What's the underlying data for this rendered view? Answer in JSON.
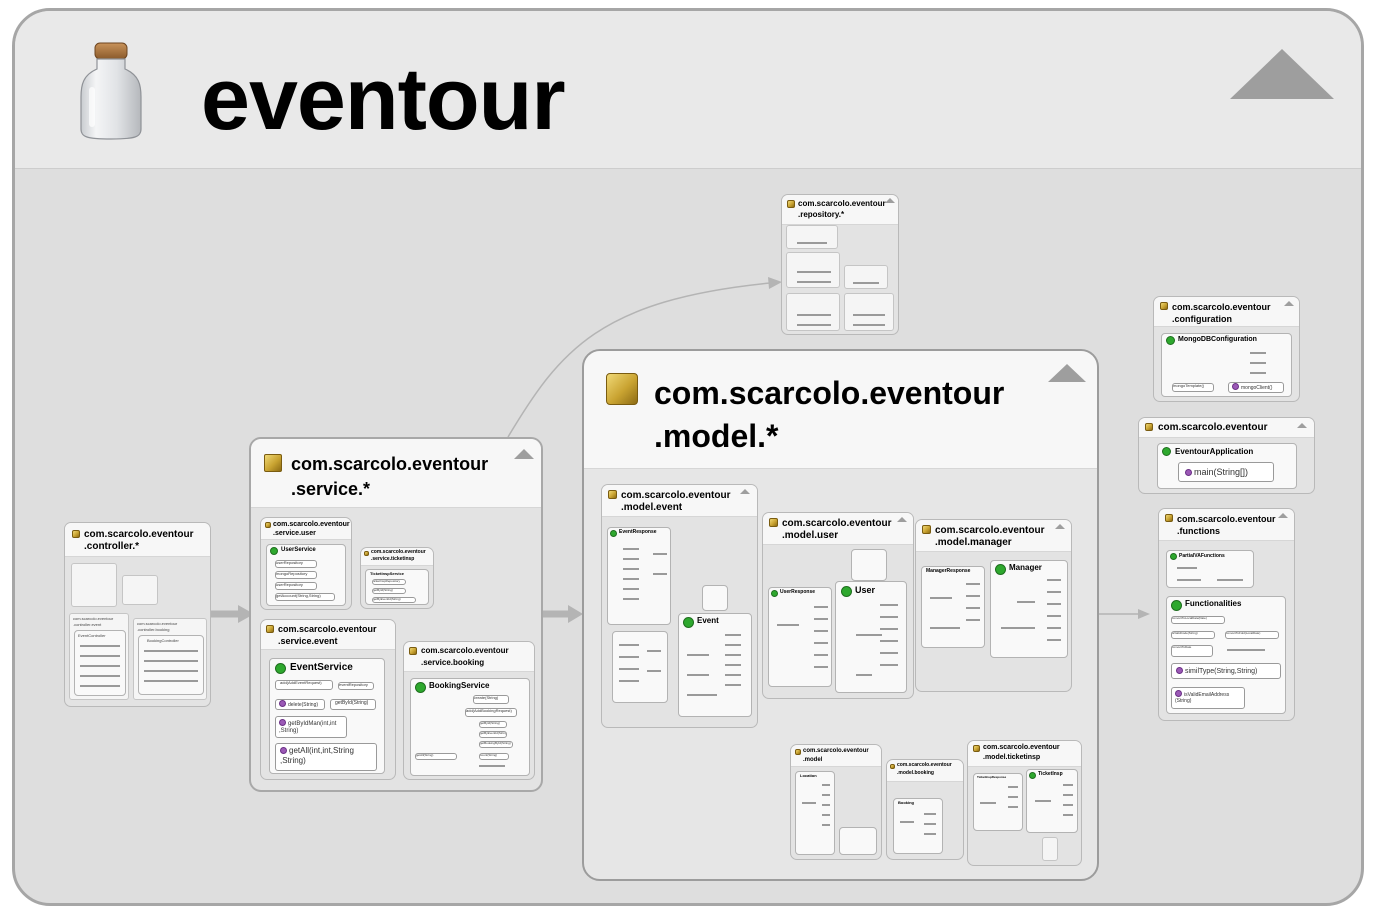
{
  "project": {
    "title": "eventour",
    "icons": {
      "jar": "jar-icon",
      "collapse": "collapse-triangle-icon",
      "package": "package-icon",
      "class": "class-icon"
    }
  },
  "packages": {
    "controller": {
      "title_l1": "com.scarcolo.eventour",
      "title_l2": ".controller.*",
      "sub": {
        "event": {
          "title_l1": "com.scarcolo.eventour",
          "title_l2": ".controller.event"
        },
        "booking": {
          "title_l1": "com.scarcolo.eventour",
          "title_l2": ".controller.booking"
        }
      },
      "classes": {
        "event": "EventController",
        "booking": "BookingController"
      }
    },
    "service": {
      "title_l1": "com.scarcolo.eventour",
      "title_l2": ".service.*",
      "user": {
        "title_l1": "com.scarcolo.eventour",
        "title_l2": ".service.user",
        "class": "UserService",
        "members": [
          "userRepository",
          "mongoRepository",
          "userRepository",
          "getAccount(String,String)"
        ]
      },
      "ticketinsp": {
        "title_l1": "com.scarcolo.eventour",
        "title_l2": ".service.ticketinsp",
        "class": "TicketInspService",
        "members": [
          "ticketInspRepository",
          "getById(String)",
          "getByEventId(String)"
        ]
      },
      "event": {
        "title_l1": "com.scarcolo.eventour",
        "title_l2": ".service.event",
        "class": "EventService",
        "members": {
          "add": "add(AddEventRequest)",
          "event_repo": "eventRepository",
          "delete": "delete(String)",
          "get_by_id": "getById(String)",
          "get_by_id_man_1": "getByIdMan(int,int",
          "get_by_id_man_2": ",String)",
          "get_all_1": "getAll(int,int,String",
          "get_all_2": ",String)"
        }
      },
      "booking": {
        "title_l1": "com.scarcolo.eventour",
        "title_l2": ".service.booking",
        "class": "BookingService",
        "members": [
          "create(String)",
          "add(AddBookingRequest)",
          "getById(String)",
          "getByEventId(String)",
          "getBookingById(String)",
          "getAll(String)",
          "count(String)"
        ]
      }
    },
    "repository": {
      "title_l1": "com.scarcolo.eventour",
      "title_l2": ".repository.*"
    },
    "model": {
      "title_l1": "com.scarcolo.eventour",
      "title_l2": ".model.*",
      "event": {
        "title_l1": "com.scarcolo.eventour",
        "title_l2": ".model.event",
        "class_response": "EventResponse",
        "class_main": "Event"
      },
      "user": {
        "title_l1": "com.scarcolo.eventour",
        "title_l2": ".model.user",
        "class_response": "UserResponse",
        "class_main": "User"
      },
      "manager": {
        "title_l1": "com.scarcolo.eventour",
        "title_l2": ".model.manager",
        "class_response": "ManagerResponse",
        "class_main": "Manager"
      },
      "base": {
        "title_l1": "com.scarcolo.eventour",
        "title_l2": ".model",
        "class_main": "Location"
      },
      "booking": {
        "title_l1": "com.scarcolo.eventour",
        "title_l2": ".model.booking",
        "class_main": "Booking"
      },
      "ticketinsp": {
        "title_l1": "com.scarcolo.eventour",
        "title_l2": ".model.ticketinsp",
        "class_response": "TicketInspResponse",
        "class_main": "TicketInsp"
      }
    },
    "configuration": {
      "title_l1": "com.scarcolo.eventour",
      "title_l2": ".configuration",
      "class": "MongoDBConfiguration",
      "members": {
        "mongo_client": "mongoClient()",
        "db_template": "mongoTemplate()"
      }
    },
    "root": {
      "title": "com.scarcolo.eventour",
      "class": "EventourApplication",
      "members": {
        "main": "main(String[])"
      }
    },
    "functions": {
      "title_l1": "com.scarcolo.eventour",
      "title_l2": ".functions",
      "partial_class": "PartialVAFunctions",
      "class": "Functionalities",
      "members": {
        "convert_local": "convertToLocalDate(Date)",
        "valid_code": "isValidCode(String)",
        "convert_fold": "convertToFold(LocalDate)",
        "convert_to_date": "convertToDate",
        "simil_type": "similType(String,String)",
        "is_valid_email_1": "isValidEmailAddress",
        "is_valid_email_2": "(String)"
      }
    }
  },
  "colors": {
    "frame": "#a6a6a6",
    "canvas": "#dedede",
    "header": "#e9e9e9",
    "package_icon": "#c9a331",
    "class_icon": "#2ea82e",
    "method_icon": "#9b59b6",
    "arrow": "#b4b4b4"
  }
}
